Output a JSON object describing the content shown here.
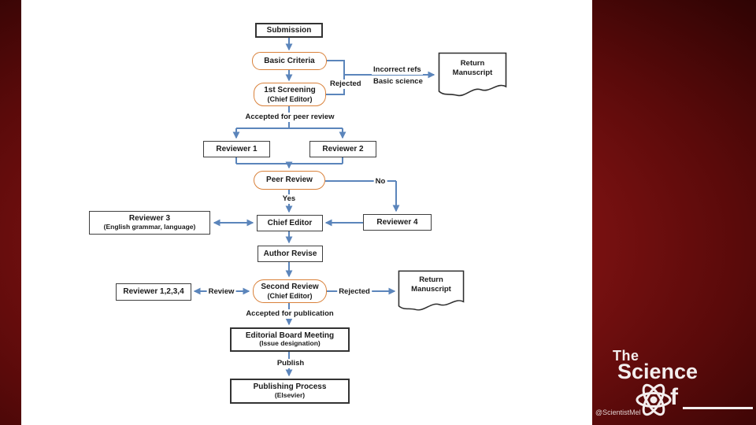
{
  "slide": {
    "credit": "@ScientistMel",
    "colors": {
      "background_red": "#7a1111",
      "panel": "#ffffff",
      "arrow_blue": "#5b85bb",
      "terminal_border_orange": "#d9813a",
      "process_border": "#3f3f3f",
      "text": "#1a1a1a",
      "logo_text": "#ffffff"
    }
  },
  "logo": {
    "line1": "The",
    "line2": "Science",
    "of_suffix": "f",
    "atom_icon": "atom"
  },
  "flowchart": {
    "nodes": {
      "submission": {
        "label": "Submission"
      },
      "basic_criteria": {
        "label": "Basic Criteria"
      },
      "first_screening": {
        "label": "1st Screening",
        "sublabel": "(Chief Editor)"
      },
      "return_manuscript_top": {
        "line1": "Return",
        "line2": "Manuscript"
      },
      "reviewer_1": {
        "label": "Reviewer 1"
      },
      "reviewer_2": {
        "label": "Reviewer 2"
      },
      "peer_review": {
        "label": "Peer Review"
      },
      "reviewer_3": {
        "label": "Reviewer 3",
        "sublabel": "(English grammar, language)"
      },
      "chief_editor": {
        "label": "Chief Editor"
      },
      "reviewer_4": {
        "label": "Reviewer 4"
      },
      "author_revise": {
        "label": "Author Revise"
      },
      "reviewer_1234": {
        "label": "Reviewer 1,2,3,4"
      },
      "second_review": {
        "label": "Second Review",
        "sublabel": "(Chief Editor)"
      },
      "return_manuscript_bottom": {
        "line1": "Return",
        "line2": "Manuscript"
      },
      "editorial_board_meeting": {
        "label": "Editorial Board Meeting",
        "sublabel": "(Issue designation)"
      },
      "publishing_process": {
        "label": "Publishing Process",
        "sublabel": "(Elsevier)"
      }
    },
    "edge_labels": {
      "rejected_top": "Rejected",
      "incorrect_refs": "Incorrect refs",
      "basic_science": "Basic science",
      "accepted_for_peer_review": "Accepted for peer review",
      "no": "No",
      "yes": "Yes",
      "review": "Review",
      "rejected_bottom": "Rejected",
      "accepted_for_publication": "Accepted for publication",
      "publish": "Publish"
    }
  }
}
